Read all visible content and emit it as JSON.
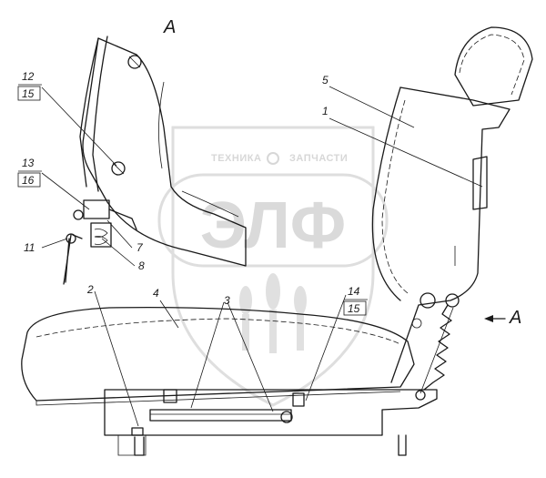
{
  "view_labels": {
    "top": "A",
    "arrow": "A"
  },
  "watermark": {
    "top_text": "ТЕХНИКА",
    "top_text_2": "ЗАПЧАСТИ",
    "letters": "ЭЛФ"
  },
  "callouts": {
    "c1": "1",
    "c2": "2",
    "c3": "3",
    "c4": "4",
    "c5": "5",
    "c7": "7",
    "c8": "8",
    "c11": "11",
    "c12": "12",
    "c15a": "15",
    "c13": "13",
    "c16": "16",
    "c14": "14",
    "c15b": "15"
  }
}
